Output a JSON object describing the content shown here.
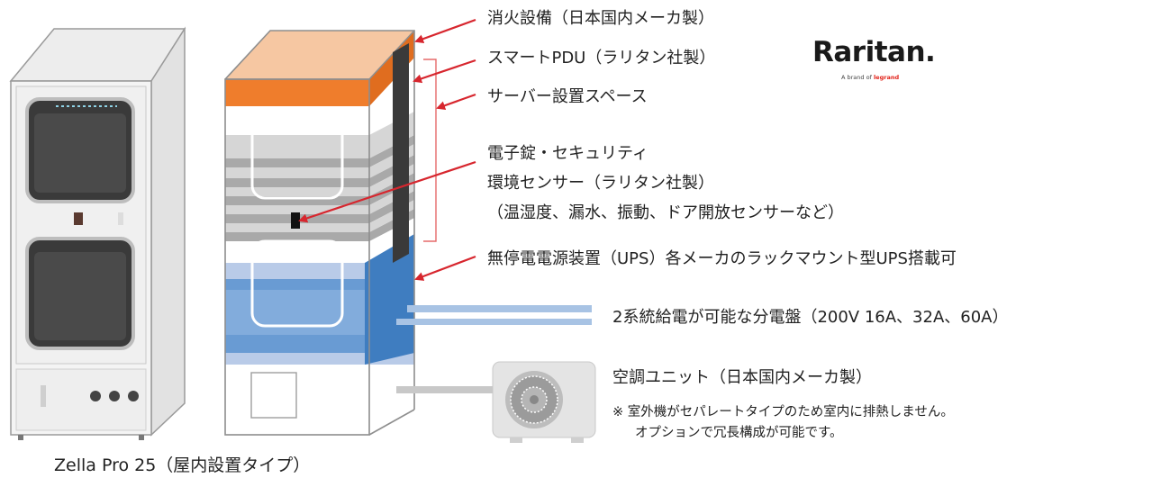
{
  "labels": {
    "fire": "消火設備（日本国内メーカ製）",
    "pdu": "スマートPDU（ラリタン社製）",
    "server_space": "サーバー設置スペース",
    "lock": "電子錠・セキュリティ",
    "env_sensor": "環境センサー（ラリタン社製）",
    "env_sensor_detail": "（温湿度、漏水、振動、ドア開放センサーなど）",
    "ups": "無停電電源装置（UPS）各メーカのラックマウント型UPS搭載可",
    "panel": "2系統給電が可能な分電盤（200V 16A、32A、60A）",
    "aircon": "空調ユニット（日本国内メーカ製）",
    "aircon_note1": "※ 室外機がセパレートタイプのため室内に排熱しません。",
    "aircon_note2": "オプションで冗長構成が可能です。"
  },
  "product_caption": "Zella Pro 25（屋内設置タイプ）",
  "brand": {
    "name": "Raritan.",
    "tagline_prefix": "A brand of",
    "tagline_logo": "legrand"
  },
  "colors": {
    "fire_top": "#f6c7a2",
    "fire_band": "#ef7d2c",
    "ups_blue": "#4f8dcc",
    "ups_light": "#b9cbe8",
    "arrow_red": "#d7262e",
    "cabinet_gray": "#a9a9a9",
    "bracket_red": "#e56a6a"
  },
  "icons": [
    "arrow-icon",
    "raritan-logo",
    "outdoor-unit-icon",
    "cabinet-image"
  ]
}
